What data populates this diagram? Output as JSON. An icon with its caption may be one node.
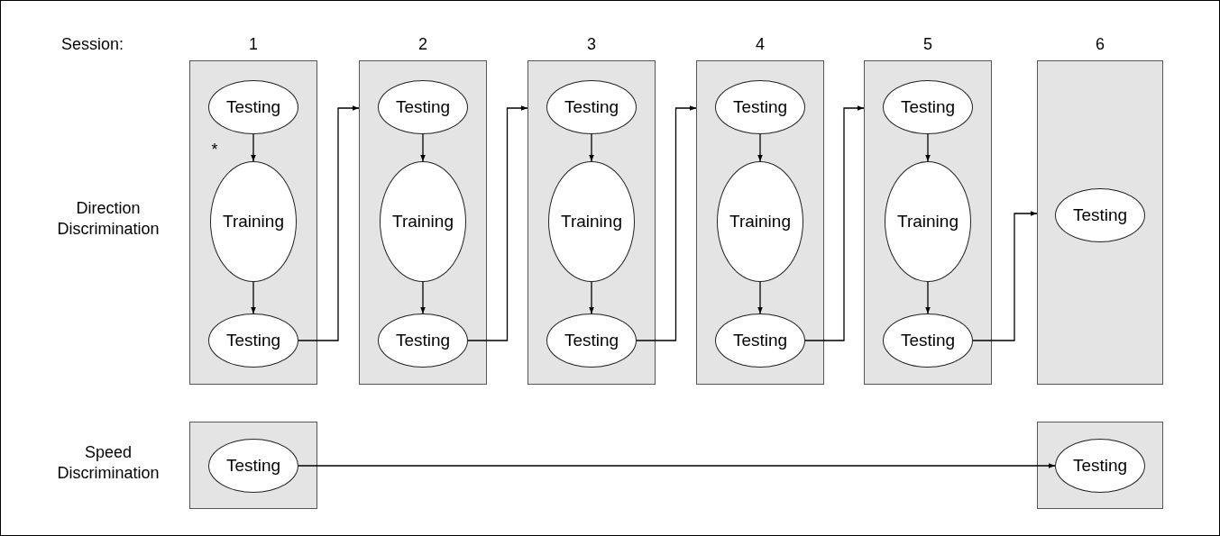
{
  "diagram": {
    "nodes": [
      {
        "text": [],
        "shape": "box"
      },
      {
        "text": [
          "Testing"
        ],
        "in": 0
      },
      {
        "text": [
          "Training"
        ],
        "in": 0
      },
      {
        "text": [
          "Testing"
        ],
        "in": 0
      },
      {
        "text": [],
        "shape": "box"
      },
      {
        "text": [
          "Testing"
        ],
        "in": 4
      },
      {
        "text": [
          "Training"
        ],
        "in": 4
      },
      {
        "text": [
          "Testing"
        ],
        "in": 4
      },
      {
        "text": [],
        "shape": "box"
      },
      {
        "text": [
          "Testing"
        ],
        "in": 8
      },
      {
        "text": [
          "Training"
        ],
        "in": 8
      },
      {
        "text": [
          "Testing"
        ],
        "in": 8
      },
      {
        "text": [],
        "shape": "box"
      },
      {
        "text": [
          "Testing"
        ],
        "in": 12
      },
      {
        "text": [
          "Training"
        ],
        "in": 12
      },
      {
        "text": [
          "Testing"
        ],
        "in": 12
      },
      {
        "text": [],
        "shape": "box"
      },
      {
        "text": [
          "Testing"
        ],
        "in": 16
      },
      {
        "text": [
          "Training"
        ],
        "in": 16
      },
      {
        "text": [
          "Testing"
        ],
        "in": 16
      },
      {
        "text": [],
        "shape": "box"
      },
      {
        "text": [
          "Testing"
        ],
        "in": 20
      },
      {
        "text": [],
        "shape": "box"
      },
      {
        "text": [
          "Testing"
        ],
        "in": 22
      },
      {
        "text": [],
        "shape": "box"
      },
      {
        "text": [
          "Testing"
        ],
        "in": 24
      }
    ],
    "edges": [
      {
        "from": 1,
        "to": 2,
        "arrow": "to"
      },
      {
        "from": 2,
        "to": 3,
        "arrow": "to"
      },
      {
        "from": 3,
        "to": 4,
        "arrow": "to"
      },
      {
        "from": 5,
        "to": 6,
        "arrow": "to"
      },
      {
        "from": 6,
        "to": 7,
        "arrow": "to"
      },
      {
        "from": 7,
        "to": 8,
        "arrow": "to"
      },
      {
        "from": 9,
        "to": 10,
        "arrow": "to"
      },
      {
        "from": 10,
        "to": 11,
        "arrow": "to"
      },
      {
        "from": 11,
        "to": 12,
        "arrow": "to"
      },
      {
        "from": 13,
        "to": 14,
        "arrow": "to"
      },
      {
        "from": 14,
        "to": 15,
        "arrow": "to"
      },
      {
        "from": 15,
        "to": 16,
        "arrow": "to"
      },
      {
        "from": 17,
        "to": 18,
        "arrow": "to"
      },
      {
        "from": 18,
        "to": 19,
        "arrow": "to"
      },
      {
        "from": 19,
        "to": 20,
        "arrow": "to"
      },
      {
        "from": 23,
        "to": 25,
        "arrow": "to"
      }
    ],
    "labels": [
      "Session:",
      "1",
      "2",
      "3",
      "4",
      "5",
      "6",
      "Direction Discrimination",
      "*",
      "Speed Discrimination"
    ]
  }
}
